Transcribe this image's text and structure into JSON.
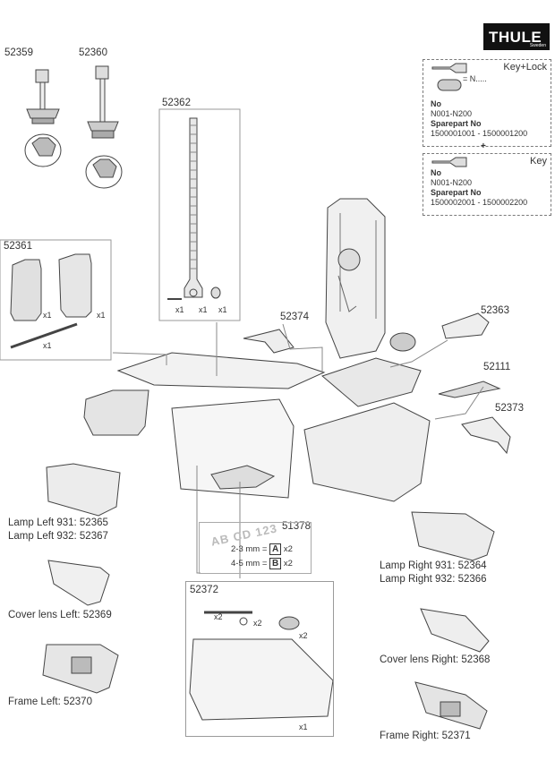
{
  "brand": {
    "logo": "THULE",
    "logo_sub": "Sweden"
  },
  "parts": {
    "p52359": "52359",
    "p52360": "52360",
    "p52362": "52362",
    "p52361": "52361",
    "p52374": "52374",
    "p52363": "52363",
    "p52111": "52111",
    "p52373": "52373",
    "p51378": "51378",
    "p52372": "52372"
  },
  "qty": {
    "x1": "x1",
    "x2": "x2"
  },
  "key_lock": {
    "title": "Key+Lock",
    "eq": "= N.....",
    "no_label": "No",
    "no_value": "N001-N200",
    "sp_label": "Sparepart No",
    "sp_value": "1500001001 - 1500001200",
    "plus": "+"
  },
  "key": {
    "title": "Key",
    "no_label": "No",
    "no_value": "N001-N200",
    "sp_label": "Sparepart No",
    "sp_value": "1500002001 - 1500002200"
  },
  "plate": {
    "text": "AB CD  123",
    "row1": "2-3 mm =",
    "row1_tag": "A",
    "row2": "4-5 mm =",
    "row2_tag": "B",
    "row_qty": "x2"
  },
  "labels": {
    "lamp_left_931": "Lamp Left 931: 52365",
    "lamp_left_932": "Lamp Left 932: 52367",
    "cover_lens_left": "Cover lens Left: 52369",
    "frame_left": "Frame Left: 52370",
    "lamp_right_931": "Lamp Right 931: 52364",
    "lamp_right_932": "Lamp Right 932: 52366",
    "cover_lens_right": "Cover lens Right: 52368",
    "frame_right": "Frame Right: 52371"
  }
}
